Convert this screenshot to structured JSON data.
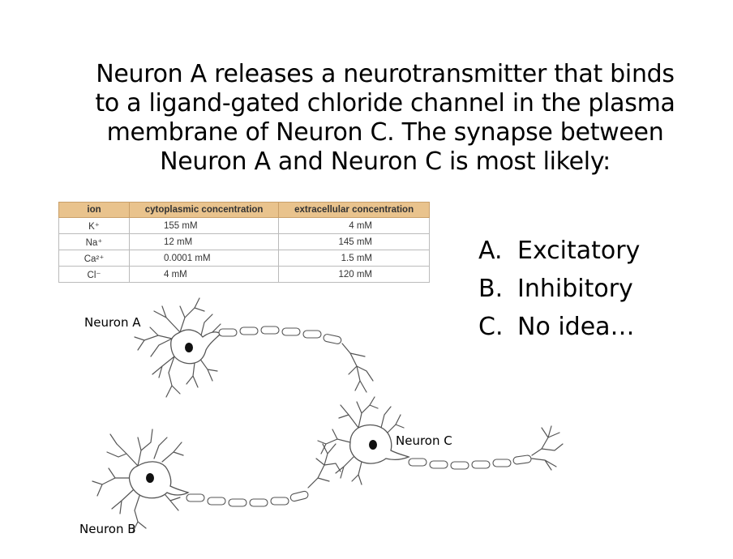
{
  "question": {
    "lines": [
      "Neuron A releases a neurotransmitter that binds",
      "to a ligand-gated chloride channel in the plasma",
      "membrane of Neuron C. The synapse between",
      "Neuron A and Neuron C is most likely:"
    ]
  },
  "table": {
    "headers": [
      "ion",
      "cytoplasmic concentration",
      "extracellular concentration"
    ],
    "rows": [
      {
        "ion": "K⁺",
        "cyt": "155        mM",
        "ext": "4    mM"
      },
      {
        "ion": "Na⁺",
        "cyt": "12         mM",
        "ext": "145    mM"
      },
      {
        "ion": "Ca²⁺",
        "cyt": "0.0001 mM",
        "ext": "1.5 mM"
      },
      {
        "ion": "Cl⁻",
        "cyt": "4          mM",
        "ext": "120    mM"
      }
    ]
  },
  "answers": [
    {
      "letter": "A.",
      "text": "Excitatory"
    },
    {
      "letter": "B.",
      "text": "Inhibitory"
    },
    {
      "letter": "C.",
      "text": "No idea…"
    }
  ],
  "labels": {
    "neuron_a": "Neuron A",
    "neuron_b": "Neuron B",
    "neuron_c": "Neuron C"
  }
}
